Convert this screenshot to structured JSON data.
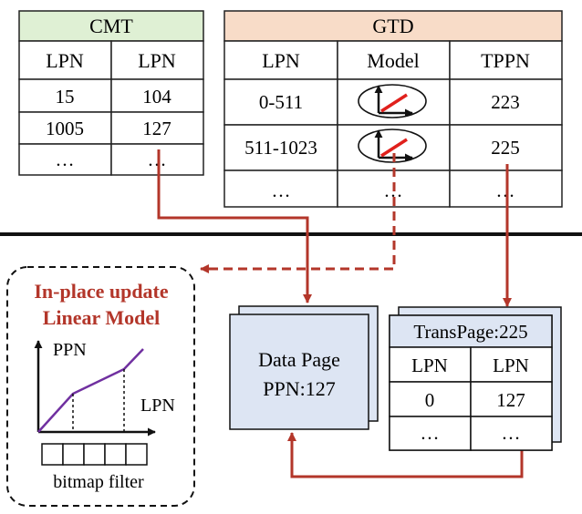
{
  "cmt": {
    "title": "CMT",
    "headers": [
      "LPN",
      "LPN"
    ],
    "rows": [
      [
        "15",
        "104"
      ],
      [
        "1005",
        "127"
      ],
      [
        "…",
        "…"
      ]
    ]
  },
  "gtd": {
    "title": "GTD",
    "headers": [
      "LPN",
      "Model",
      "TPPN"
    ],
    "rows": [
      [
        "0-511",
        "",
        "223"
      ],
      [
        "511-1023",
        "",
        "225"
      ],
      [
        "…",
        "…",
        "…"
      ]
    ]
  },
  "update_box": {
    "title_line1": "In-place update",
    "title_line2": "Linear Model",
    "y_axis": "PPN",
    "x_axis": "LPN",
    "filter_label": "bitmap filter"
  },
  "data_page": {
    "line1": "Data Page",
    "line2": "PPN:127"
  },
  "trans_page": {
    "title": "TransPage:225",
    "headers": [
      "LPN",
      "LPN"
    ],
    "rows": [
      [
        "0",
        "127"
      ],
      [
        "…",
        "…"
      ]
    ]
  },
  "colors": {
    "cmt_header": "#dff0d4",
    "gtd_header": "#f8dcc8",
    "page_fill": "#dde5f3",
    "arrow": "#b3362a",
    "model_line": "#7030a0",
    "accent_text": "#b3362a"
  }
}
